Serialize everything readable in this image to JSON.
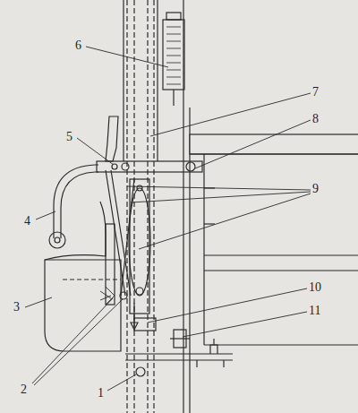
{
  "diagram": {
    "labels": [
      "6",
      "7",
      "8",
      "5",
      "9",
      "4",
      "10",
      "11",
      "3",
      "2",
      "1"
    ]
  }
}
